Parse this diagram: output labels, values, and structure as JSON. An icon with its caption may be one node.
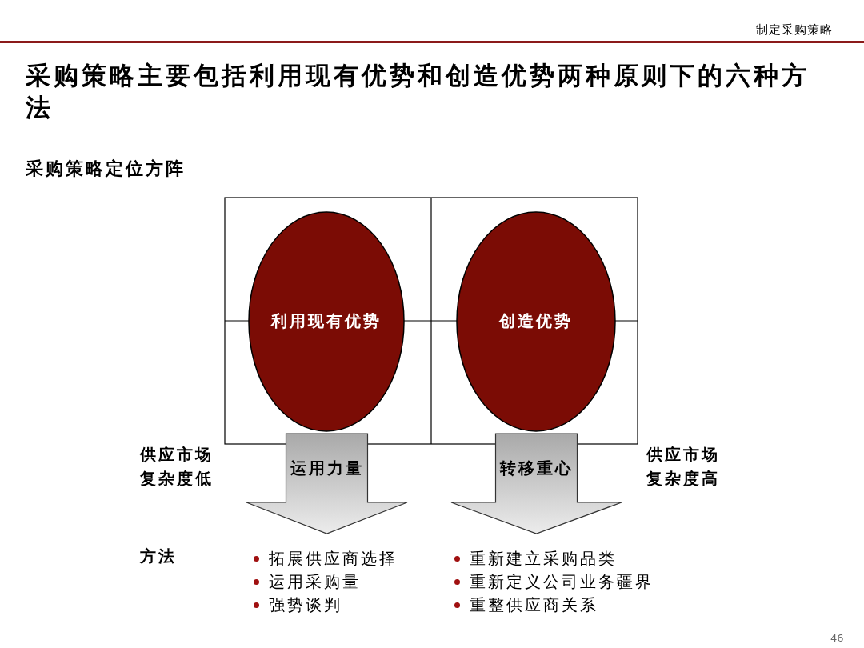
{
  "diagram": {
    "title": "采购策略主要包括利用现有优势和创造优势两种原则下的六种方法",
    "nodes": [
      {
        "text": [
          "利用现有优势"
        ]
      },
      {
        "text": [
          "创造优势"
        ]
      },
      {
        "text": [
          "运用力量"
        ]
      },
      {
        "text": [
          "转移重心"
        ]
      }
    ],
    "labels": [
      "制定采购策略",
      "采购策略定位方阵",
      "供应市场复杂度低",
      "供应市场复杂度高",
      "方法",
      "拓展供应商选择",
      "重新建立采购品类",
      "运用采购量",
      "重新定义公司业务疆界",
      "强势谈判",
      "重整供应商关系",
      "46"
    ]
  }
}
